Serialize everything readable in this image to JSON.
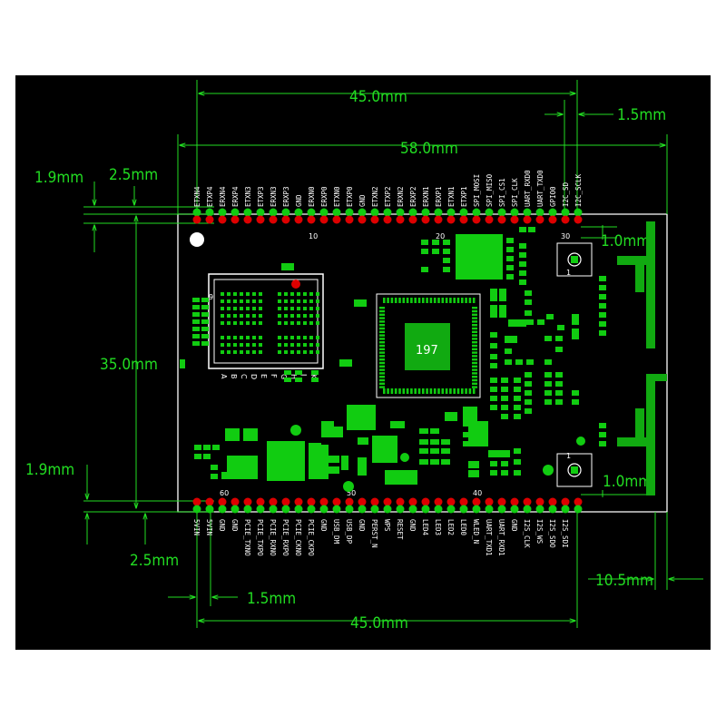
{
  "colors": {
    "background": "#000000",
    "board_outline": "#ffffff",
    "dimension": "#22dd22",
    "pad": "#11cc11",
    "pin_red": "#dd0000",
    "silk": "#ffffff"
  },
  "dimensions": {
    "top_45": "45.0mm",
    "top_58": "58.0mm",
    "top_15": "1.5mm",
    "left_19_top": "1.9mm",
    "left_25_top": "2.5mm",
    "left_35": "35.0mm",
    "left_19_bottom": "1.9mm",
    "left_25_bottom": "2.5mm",
    "bottom_15": "1.5mm",
    "bottom_45": "45.0mm",
    "right_10_top": "1.0mm",
    "right_10_bottom": "1.0mm",
    "right_105": "10.5mm"
  },
  "top_pins": [
    "ETXN4",
    "ETXP4",
    "ERXN4",
    "ERXP4",
    "ETXN3",
    "ETXP3",
    "ERXN3",
    "ERXP3",
    "GND",
    "ERXN0",
    "ERXP0",
    "ETXN0",
    "ETXP0",
    "GND",
    "ETXN2",
    "ETXP2",
    "ERXN2",
    "ERXP2",
    "ERXN1",
    "ERXP1",
    "ETXN1",
    "ETXP1",
    "SPI_MOSI",
    "SPI_MISO",
    "SPI_CS1",
    "SPI_CLK",
    "UART_RXD0",
    "UART_TXD0",
    "GPIO0",
    "I2C_SD",
    "I2C_SCLK"
  ],
  "bottom_pins": [
    "5VIN",
    "5VIN",
    "GND",
    "GND",
    "PCIE_TXNO",
    "PCIE_TXPO",
    "PCIE_RXNO",
    "PCIE_RXPO",
    "PCIE_CKNO",
    "PCIE_CKPO",
    "GND",
    "USB_DM",
    "USB_DP",
    "GND",
    "PERST_N",
    "WPS",
    "RESET",
    "GND",
    "LED4",
    "LED3",
    "LED2",
    "LED0",
    "WLED_N",
    "UART_TXD1",
    "UART_RXD1",
    "GND",
    "I2S_CLK",
    "I2S_WS",
    "I2S_SDO",
    "I2S_SDI"
  ],
  "pin_numbers": {
    "top_10": "10",
    "top_20": "20",
    "top_30": "30",
    "bottom_60": "60",
    "bottom_50": "50",
    "bottom_40": "40"
  },
  "chip_label": "197",
  "bga_rows": [
    "A",
    "B",
    "C",
    "D",
    "E",
    "F",
    "G",
    "H",
    "J",
    "K"
  ],
  "silk_misc": {
    "one_a": "1",
    "one_b": "1",
    "nine": "9"
  }
}
